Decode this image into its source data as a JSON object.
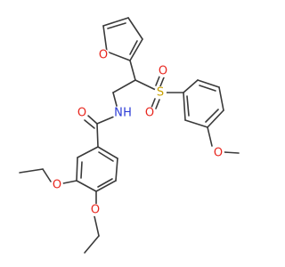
{
  "molecule": {
    "atoms": [
      {
        "symbol": "O",
        "name": "furan-oxygen",
        "color": "#e8261e"
      },
      {
        "symbol": "O",
        "name": "sulfonyl-oxygen-left",
        "color": "#e8261e"
      },
      {
        "symbol": "S",
        "name": "sulfur",
        "color": "#c9a100"
      },
      {
        "symbol": "O",
        "name": "sulfonyl-oxygen-right",
        "color": "#e8261e"
      },
      {
        "symbol": "O",
        "name": "carbonyl-oxygen",
        "color": "#e8261e"
      },
      {
        "symbol": "N",
        "name": "amide-nitrogen",
        "color": "#2b3bd6"
      },
      {
        "symbol": "H",
        "name": "amide-hydrogen",
        "color": "#2b3bd6"
      },
      {
        "symbol": "O",
        "name": "methoxy-oxygen",
        "color": "#e8261e"
      },
      {
        "symbol": "O",
        "name": "ethoxy-oxygen-3",
        "color": "#e8261e"
      },
      {
        "symbol": "O",
        "name": "ethoxy-oxygen-4",
        "color": "#e8261e"
      }
    ]
  }
}
